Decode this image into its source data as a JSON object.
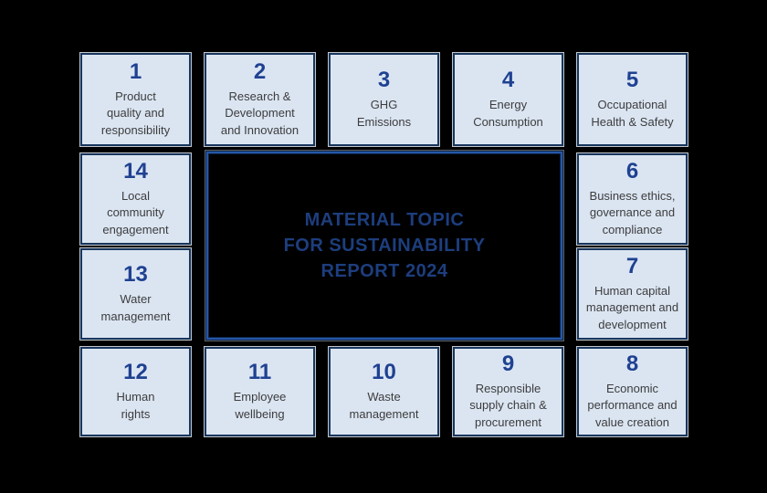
{
  "page": {
    "background_color": "#000000"
  },
  "center_panel": {
    "title": "MATERIAL TOPIC\nFOR SUSTAINABILITY\nREPORT 2024",
    "text_color": "#1d3e7e",
    "border_color": "#2557a8",
    "background_color": "#000000"
  },
  "style": {
    "box_fill_color": "#dbe5f2",
    "box_border_color": "#17365d",
    "number_color": "#1f4191",
    "label_color": "#3d3d3d"
  },
  "topics": [
    {
      "number": "1",
      "label": "Product\nquality and\nresponsibility"
    },
    {
      "number": "2",
      "label": "Research &\nDevelopment\nand Innovation"
    },
    {
      "number": "3",
      "label": "GHG\nEmissions"
    },
    {
      "number": "4",
      "label": "Energy\nConsumption"
    },
    {
      "number": "5",
      "label": "Occupational\nHealth & Safety"
    },
    {
      "number": "14",
      "label": "Local\ncommunity\nengagement"
    },
    {
      "number": "6",
      "label": "Business ethics,\ngovernance and\ncompliance"
    },
    {
      "number": "13",
      "label": "Water\nmanagement"
    },
    {
      "number": "7",
      "label": "Human capital\nmanagement and\ndevelopment"
    },
    {
      "number": "12",
      "label": "Human\nrights"
    },
    {
      "number": "11",
      "label": "Employee\nwellbeing"
    },
    {
      "number": "10",
      "label": "Waste\nmanagement"
    },
    {
      "number": "9",
      "label": "Responsible\nsupply chain &\nprocurement"
    },
    {
      "number": "8",
      "label": "Economic\nperformance and\nvalue creation"
    }
  ]
}
